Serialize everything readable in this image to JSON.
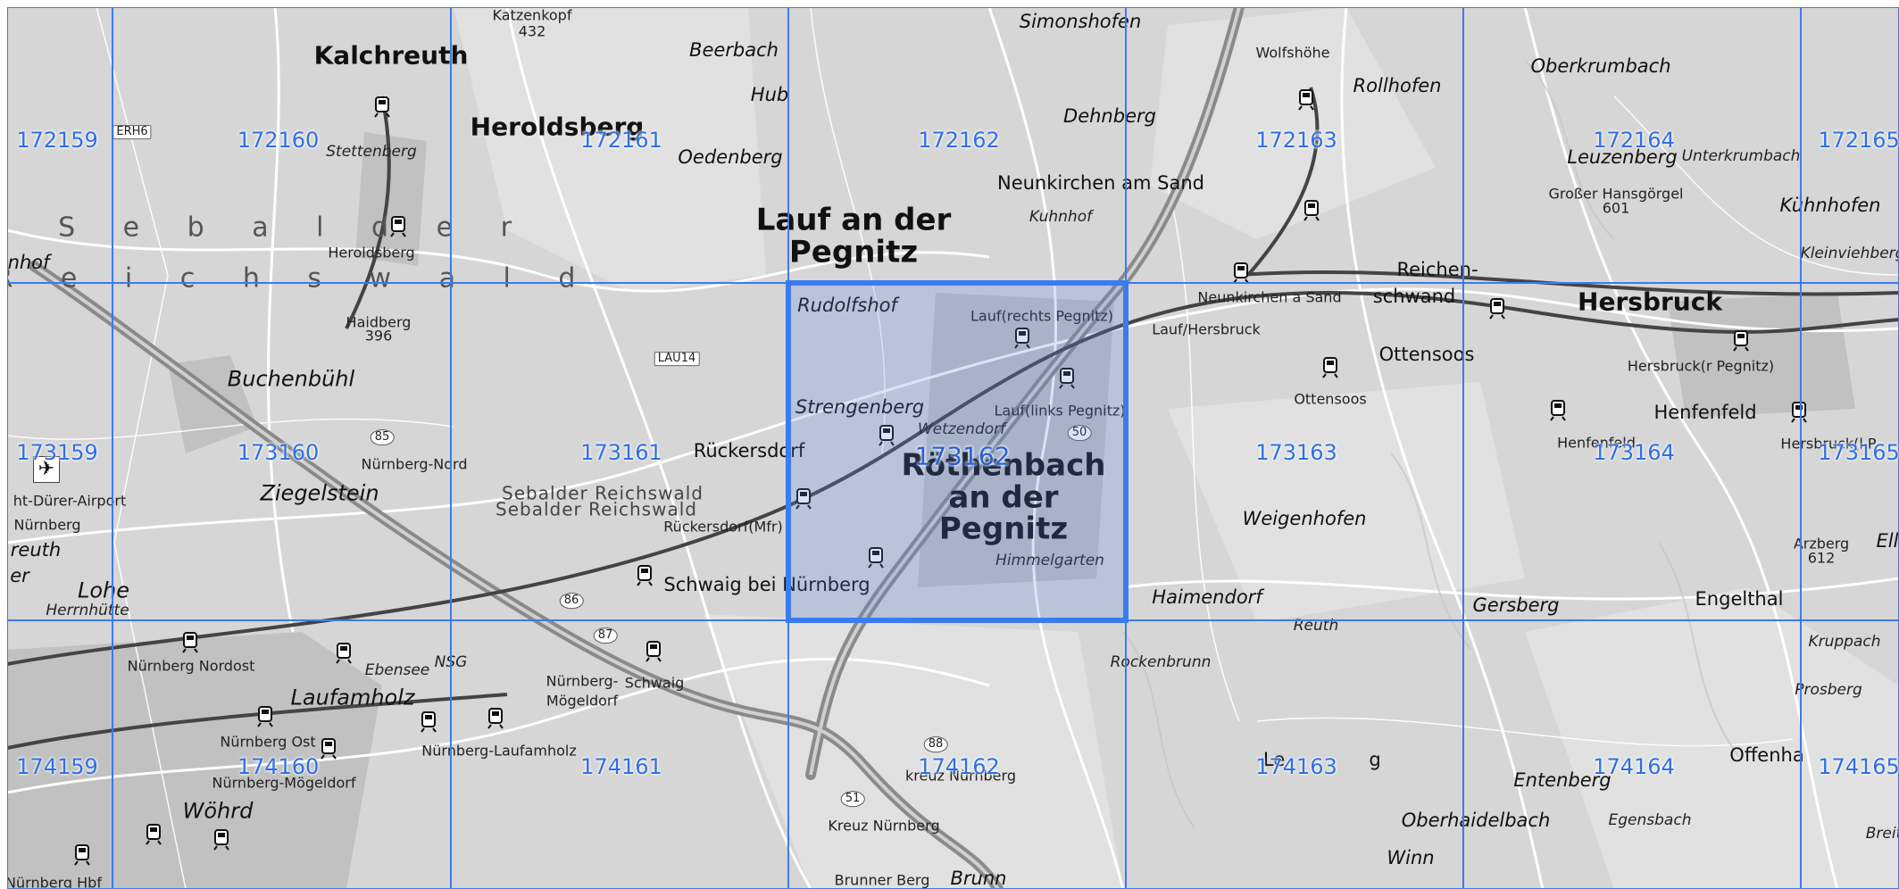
{
  "colors": {
    "grid": "#3b7bf0",
    "selected_fill": "rgba(80,130,230,0.22)",
    "label": "#2f6fe6",
    "background": "#d4d4d4",
    "road": "#ffffff",
    "railway": "#4a4a4a",
    "motorway": "#8a8a8a",
    "built_up": "#bdbdbd"
  },
  "grid": {
    "selected_tile": "173162",
    "rows": [
      [
        "172159",
        "172160",
        "172161",
        "172162",
        "172163",
        "172164",
        "172165"
      ],
      [
        "173159",
        "173160",
        "173161",
        "173162",
        "173163",
        "173164",
        "173165"
      ],
      [
        "174159",
        "174160",
        "174161",
        "174162",
        "174163",
        "174164",
        "174165"
      ]
    ]
  },
  "places": [
    {
      "text": "Kalchreuth",
      "cls": "town"
    },
    {
      "text": "Katzenkopf",
      "cls": "hamlet"
    },
    {
      "text": "432",
      "cls": "hamlet"
    },
    {
      "text": "Beerbach",
      "cls": "village-it"
    },
    {
      "text": "Simonshofen",
      "cls": "village-it"
    },
    {
      "text": "Wolfshöhe",
      "cls": "hamlet"
    },
    {
      "text": "Rollhofen",
      "cls": "village-it"
    },
    {
      "text": "Oberkrumbach",
      "cls": "village-it"
    },
    {
      "text": "Heroldsberg",
      "cls": "town"
    },
    {
      "text": "Hub",
      "cls": "village-it"
    },
    {
      "text": "Dehnberg",
      "cls": "village-it"
    },
    {
      "text": "ERH6",
      "cls": "road"
    },
    {
      "text": "Stettenberg",
      "cls": "hamlet-it"
    },
    {
      "text": "Oedenberg",
      "cls": "village-it"
    },
    {
      "text": "Neunkirchen am Sand",
      "cls": "village"
    },
    {
      "text": "Leuzenberg",
      "cls": "village-it"
    },
    {
      "text": "Unterkrumbach",
      "cls": "hamlet-it"
    },
    {
      "text": "Großer Hansgörgel",
      "cls": "hamlet"
    },
    {
      "text": "601",
      "cls": "hamlet"
    },
    {
      "text": "Kühnhofen",
      "cls": "village-it"
    },
    {
      "text": "Kuhnhof",
      "cls": "hamlet-it"
    },
    {
      "text": "Lauf an der Pegnitz",
      "cls": "city"
    },
    {
      "text": "S e b a l d e r",
      "cls": "forest"
    },
    {
      "text": "Heroldsberg",
      "cls": "hamlet"
    },
    {
      "text": "nhof",
      "cls": "village-it"
    },
    {
      "text": "R e i c h s w a l d",
      "cls": "forest"
    },
    {
      "text": "Kleinviehberg",
      "cls": "hamlet-it"
    },
    {
      "text": "Reichen-",
      "cls": "village"
    },
    {
      "text": "schwand",
      "cls": "village"
    },
    {
      "text": "Hersbruck",
      "cls": "town"
    },
    {
      "text": "Rudolfshof",
      "cls": "village-it"
    },
    {
      "text": "Lauf(rechts Pegnitz)",
      "cls": "hamlet"
    },
    {
      "text": "Neunkirchen a Sand",
      "cls": "hamlet"
    },
    {
      "text": "Lauf/Hersbruck",
      "cls": "hamlet"
    },
    {
      "text": "Ottensoos",
      "cls": "village"
    },
    {
      "text": "Haidberg",
      "cls": "hamlet"
    },
    {
      "text": "396",
      "cls": "hamlet"
    },
    {
      "text": "LAU14",
      "cls": "road"
    },
    {
      "text": "Buchenbühl",
      "cls": "town-it"
    },
    {
      "text": "Ottensoos",
      "cls": "hamlet"
    },
    {
      "text": "Hersbruck(r Pegnitz)",
      "cls": "hamlet"
    },
    {
      "text": "Strengenberg",
      "cls": "village-it"
    },
    {
      "text": "Lauf(links Pegnitz)",
      "cls": "hamlet"
    },
    {
      "text": "85",
      "cls": "roadnum"
    },
    {
      "text": "Wetzendorf",
      "cls": "hamlet-it"
    },
    {
      "text": "50",
      "cls": "roadnum"
    },
    {
      "text": "Henfenfeld",
      "cls": "village"
    },
    {
      "text": "Henfenfeld",
      "cls": "hamlet"
    },
    {
      "text": "Hersbruck(l P",
      "cls": "hamlet"
    },
    {
      "text": "Nürnberg-Nord",
      "cls": "hamlet"
    },
    {
      "text": "Rückersdorf",
      "cls": "village"
    },
    {
      "text": "Röthenbach an der Pegnitz",
      "cls": "city"
    },
    {
      "text": "Ziegelstein",
      "cls": "town-it"
    },
    {
      "text": "ht-Dürer-Airport",
      "cls": "hamlet"
    },
    {
      "text": "Sebalder Reichswald",
      "cls": "forest-sm"
    },
    {
      "text": "Sebalder Reichswald",
      "cls": "forest-sm"
    },
    {
      "text": "Weigenhofen",
      "cls": "village-it"
    },
    {
      "text": "Nürnberg",
      "cls": "hamlet"
    },
    {
      "text": "Rückersdorf(Mfr)",
      "cls": "hamlet"
    },
    {
      "text": "reuth",
      "cls": "village-it"
    },
    {
      "text": "Himmelgarten",
      "cls": "hamlet-it"
    },
    {
      "text": "Arzberg",
      "cls": "hamlet"
    },
    {
      "text": "612",
      "cls": "hamlet"
    },
    {
      "text": "Ell",
      "cls": "village-it"
    },
    {
      "text": "Schwaig bei Nürnberg",
      "cls": "village"
    },
    {
      "text": "er",
      "cls": "village-it"
    },
    {
      "text": "Lohe",
      "cls": "town-it"
    },
    {
      "text": "Haimendorf",
      "cls": "village-it"
    },
    {
      "text": "Gersberg",
      "cls": "village-it"
    },
    {
      "text": "Engelthal",
      "cls": "village"
    },
    {
      "text": "Herrnhütte",
      "cls": "hamlet-it"
    },
    {
      "text": "86",
      "cls": "roadnum"
    },
    {
      "text": "Reuth",
      "cls": "hamlet-it"
    },
    {
      "text": "87",
      "cls": "roadnum"
    },
    {
      "text": "Kruppach",
      "cls": "hamlet-it"
    },
    {
      "text": "Nürnberg Nordost",
      "cls": "hamlet"
    },
    {
      "text": "Rockenbrunn",
      "cls": "hamlet-it"
    },
    {
      "text": "Ebensee",
      "cls": "hamlet-it"
    },
    {
      "text": "NSG",
      "cls": "hamlet-it"
    },
    {
      "text": "Nürnberg-",
      "cls": "hamlet"
    },
    {
      "text": "Schwaig",
      "cls": "hamlet"
    },
    {
      "text": "Prosberg",
      "cls": "hamlet-it"
    },
    {
      "text": "Laufamholz",
      "cls": "town-it"
    },
    {
      "text": "Mögeldorf",
      "cls": "hamlet"
    },
    {
      "text": "Nürnberg Ost",
      "cls": "hamlet"
    },
    {
      "text": "Nürnberg-Laufamholz",
      "cls": "hamlet"
    },
    {
      "text": "88",
      "cls": "roadnum"
    },
    {
      "text": "Le",
      "cls": "village"
    },
    {
      "text": "g",
      "cls": "village"
    },
    {
      "text": "Entenberg",
      "cls": "village-it"
    },
    {
      "text": "Offenha",
      "cls": "village"
    },
    {
      "text": "Nürnberg-Mögeldorf",
      "cls": "hamlet"
    },
    {
      "text": "kreuz Nürnberg",
      "cls": "hamlet"
    },
    {
      "text": "Wöhrd",
      "cls": "town-it"
    },
    {
      "text": "51",
      "cls": "roadnum"
    },
    {
      "text": "Oberhaidelbach",
      "cls": "village-it"
    },
    {
      "text": "Egensbach",
      "cls": "hamlet-it"
    },
    {
      "text": "Breit",
      "cls": "hamlet-it"
    },
    {
      "text": "Kreuz Nürnberg",
      "cls": "hamlet"
    },
    {
      "text": "Winn",
      "cls": "village-it"
    },
    {
      "text": "Nürnberg Hbf",
      "cls": "hamlet"
    },
    {
      "text": "Brunner Berg",
      "cls": "hamlet"
    },
    {
      "text": "Brunn",
      "cls": "village-it"
    }
  ]
}
